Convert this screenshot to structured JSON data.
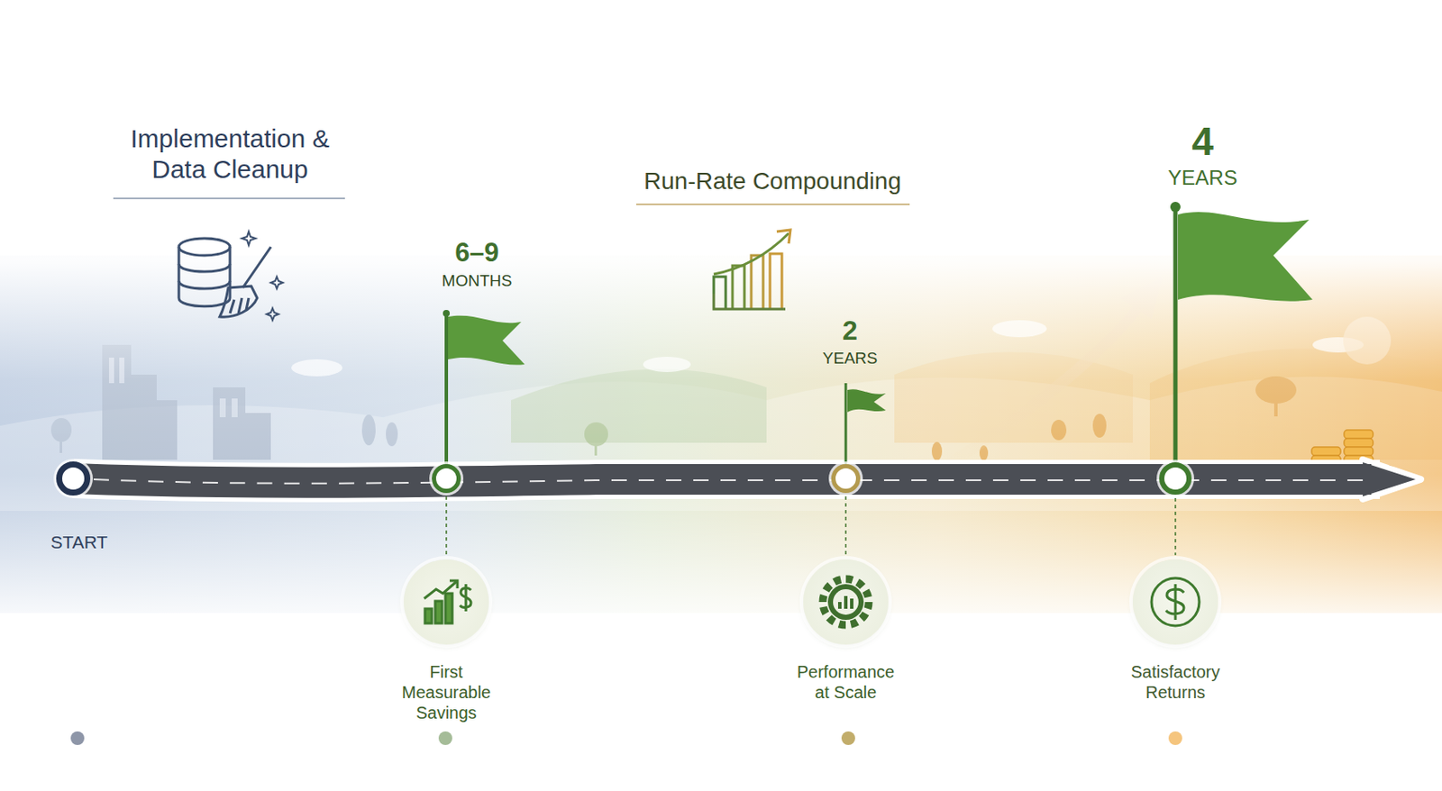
{
  "diagram": {
    "nodes": [
      {
        "text": [
          "START"
        ]
      },
      {
        "text": [
          "6–9",
          "MONTHS"
        ]
      },
      {
        "text": [
          "2",
          "YEARS"
        ]
      },
      {
        "text": [
          "4",
          "YEARS"
        ]
      },
      {
        "text": [
          "First Measurable Savings"
        ]
      },
      {
        "text": [
          "Performance at Scale"
        ]
      },
      {
        "text": [
          "Satisfactory Returns"
        ]
      }
    ],
    "edges": [
      {
        "from": 1,
        "to": 4,
        "arrow": "none"
      },
      {
        "from": 2,
        "to": 5,
        "arrow": "none"
      },
      {
        "from": 3,
        "to": 6,
        "arrow": "none"
      }
    ],
    "labels": [
      "Implementation & Data Cleanup",
      "Run-Rate Compounding"
    ]
  }
}
